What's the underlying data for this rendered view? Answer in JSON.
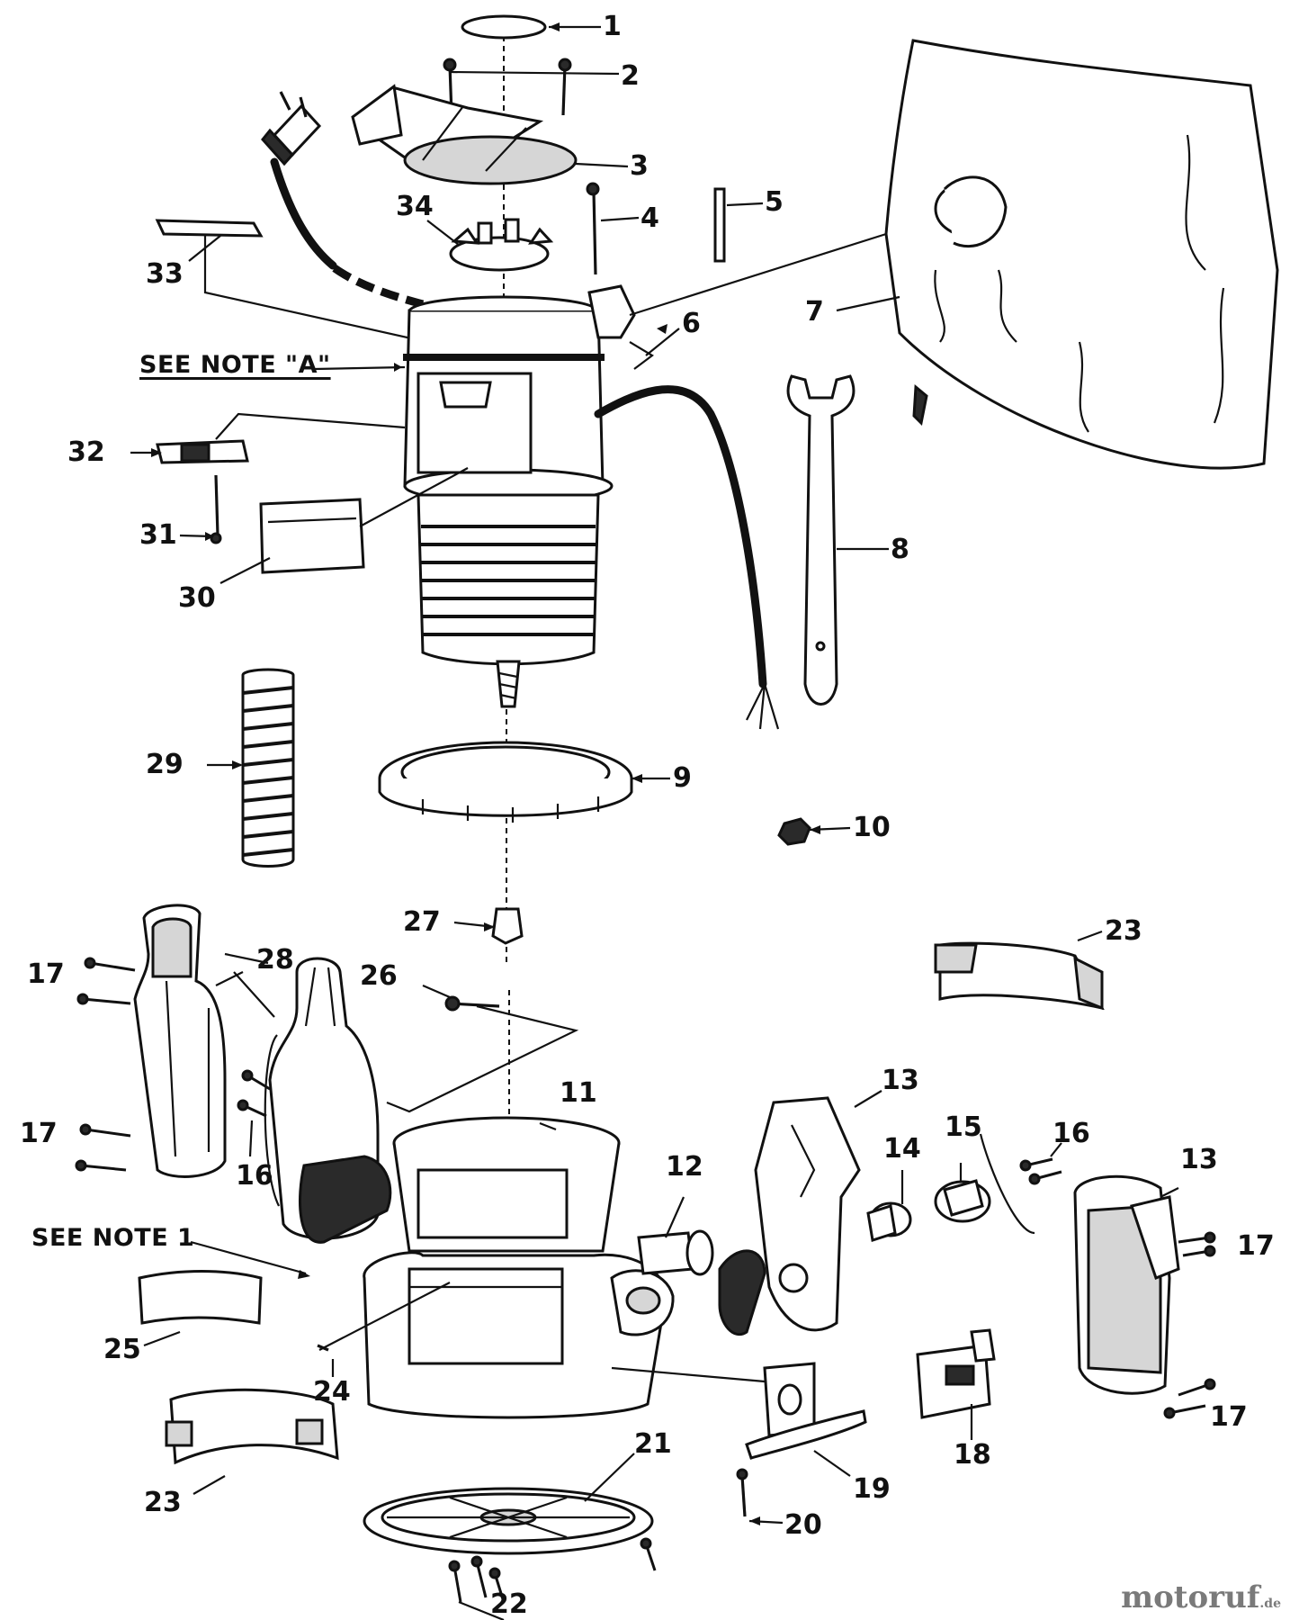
{
  "diagram": {
    "callouts": [
      "1",
      "2",
      "3",
      "4",
      "5",
      "6",
      "7",
      "8",
      "9",
      "10",
      "11",
      "12",
      "13",
      "13",
      "14",
      "15",
      "16",
      "16",
      "17",
      "17",
      "17",
      "17",
      "18",
      "19",
      "20",
      "21",
      "22",
      "23",
      "23",
      "24",
      "25",
      "26",
      "27",
      "28",
      "29",
      "30",
      "31",
      "32",
      "33",
      "34"
    ],
    "notes": {
      "note_a": "SEE NOTE \"A\"",
      "note_1": "SEE NOTE 1"
    }
  },
  "watermark": {
    "brand": "motoruf",
    "tld": ".de"
  }
}
